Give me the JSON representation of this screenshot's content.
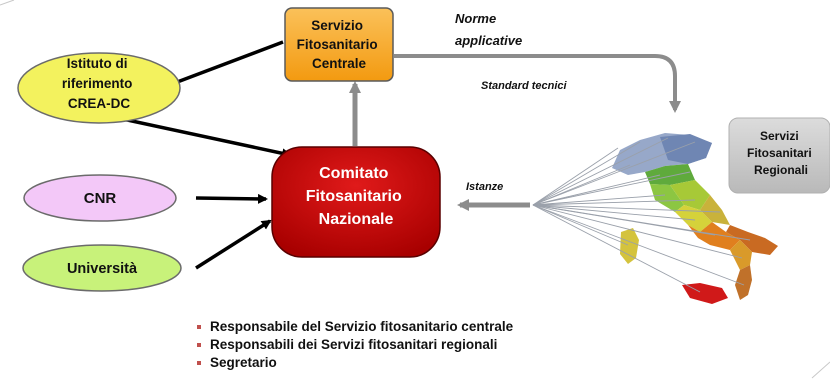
{
  "nodes": {
    "servizio_centrale": {
      "lines": [
        "Servizio",
        "Fitosanitario",
        "Centrale"
      ]
    },
    "istituto": {
      "lines": [
        "Istituto di",
        "riferimento",
        "CREA-DC"
      ]
    },
    "comitato": {
      "lines": [
        "Comitato",
        "Fitosanitario",
        "Nazionale"
      ]
    },
    "cnr": {
      "lines": [
        "CNR"
      ]
    },
    "universita": {
      "lines": [
        "Università"
      ]
    },
    "servizi_regionali": {
      "lines": [
        "Servizi",
        "Fitosanitari",
        "Regionali"
      ]
    }
  },
  "labels": {
    "norme": [
      "Norme",
      "applicative"
    ],
    "standard": "Standard tecnici",
    "istanze": "Istanze"
  },
  "notes": [
    "Responsabile del Servizio fitosanitario centrale",
    "Responsabili dei Servizi fitosanitari regionali",
    "Segretario"
  ],
  "colors": {
    "orange": "#f7a21b",
    "yellow": "#f3f25e",
    "red": "#c00000",
    "pink": "#f3c8f8",
    "green": "#c8f27a",
    "grey_box": "#c9c9c9",
    "arrow_grey": "#8c8c8c"
  }
}
